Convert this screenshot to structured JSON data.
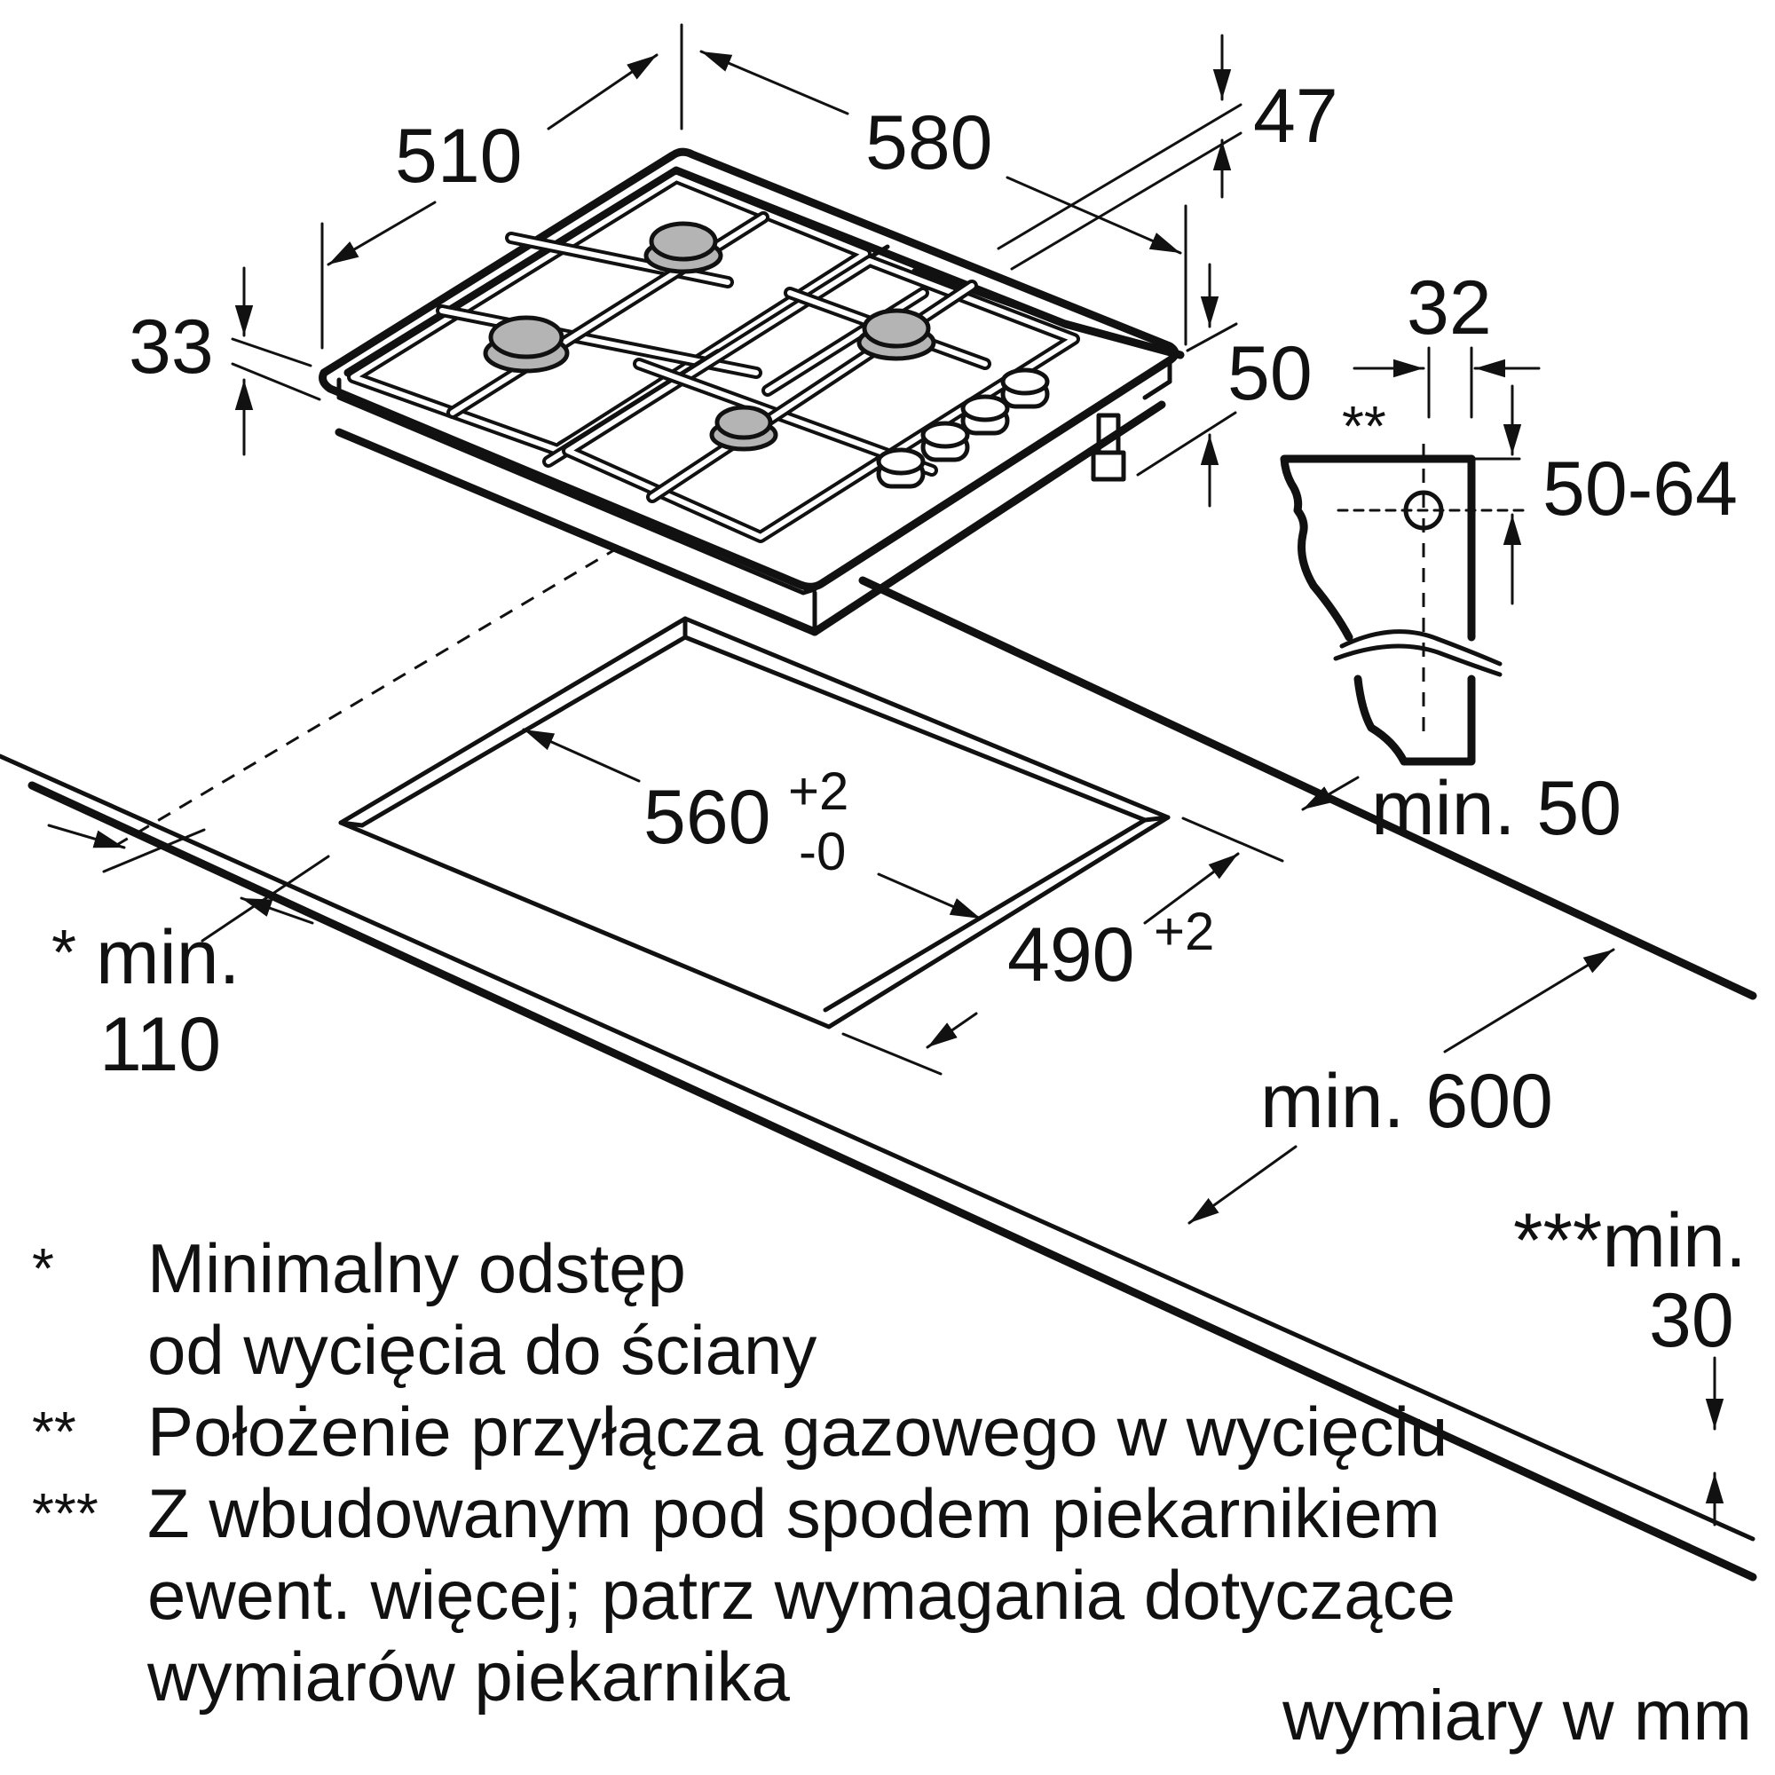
{
  "dimensions": {
    "depth_510": "510",
    "width_580": "580",
    "height_47": "47",
    "height_33": "33",
    "height_50": "50",
    "gas_offset_32": "32",
    "gas_offset_marker": "**",
    "gas_depth_range": "50-64",
    "cutout_width_value": "560",
    "cutout_width_tol_plus": "+2",
    "cutout_width_tol_minus": "-0",
    "cutout_depth_value": "490",
    "cutout_depth_tol_plus": "+2",
    "min_back_50": "min. 50",
    "min_wall_marker": "*",
    "min_wall_line1": "min.",
    "min_wall_line2": "110",
    "min_side_600": "min. 600",
    "min_oven_line1": "***min.",
    "min_oven_line2": "30"
  },
  "legend": [
    {
      "mark": "*",
      "lines": [
        "Minimalny odstęp",
        "od wycięcia do ściany"
      ]
    },
    {
      "mark": "**",
      "lines": [
        "Położenie przyłącza gazowego w wycięciu"
      ]
    },
    {
      "mark": "***",
      "lines": [
        "Z wbudowanym pod spodem piekarnikiem",
        "ewent. więcej; patrz wymagania dotyczące",
        "wymiarów piekarnika"
      ]
    }
  ],
  "units_note": "wymiary w mm",
  "colors": {
    "line": "#111111",
    "burner": "#b4b4b4",
    "background": "#ffffff"
  }
}
